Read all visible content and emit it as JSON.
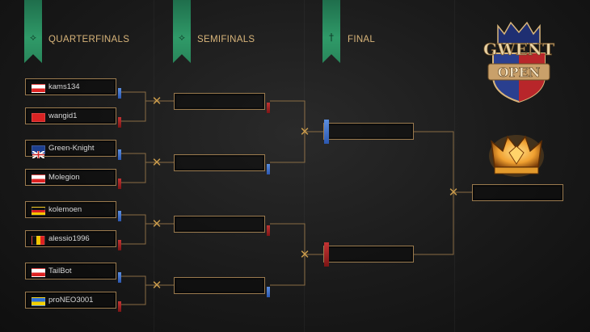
{
  "rounds": {
    "quarterfinals": "QUARTERFINALS",
    "semifinals": "SEMIFINALS",
    "final": "FINAL"
  },
  "logo": {
    "word_top": "GWENT",
    "word_bottom": "OPEN"
  },
  "players": [
    {
      "name": "kams134",
      "flag": "pl-flag",
      "tag": "blue"
    },
    {
      "name": "wangid1",
      "flag": "cn-flag",
      "tag": "red"
    },
    {
      "name": "Green-Knight",
      "flag": "uk-flag",
      "tag": "blue"
    },
    {
      "name": "Molegion",
      "flag": "pl-flag",
      "tag": "red"
    },
    {
      "name": "kolemoen",
      "flag": "de-flag",
      "tag": "blue"
    },
    {
      "name": "alessio1996",
      "flag": "be-flag",
      "tag": "red"
    },
    {
      "name": "TailBot",
      "flag": "pl-flag",
      "tag": "blue"
    },
    {
      "name": "proNEO3001",
      "flag": "ua-flag",
      "tag": "red"
    }
  ],
  "colors": {
    "accent": "#d9b57a",
    "border": "#9a7a4e",
    "blue": "#3a6cc8",
    "red": "#a52424",
    "banner": "#2f9a68"
  }
}
